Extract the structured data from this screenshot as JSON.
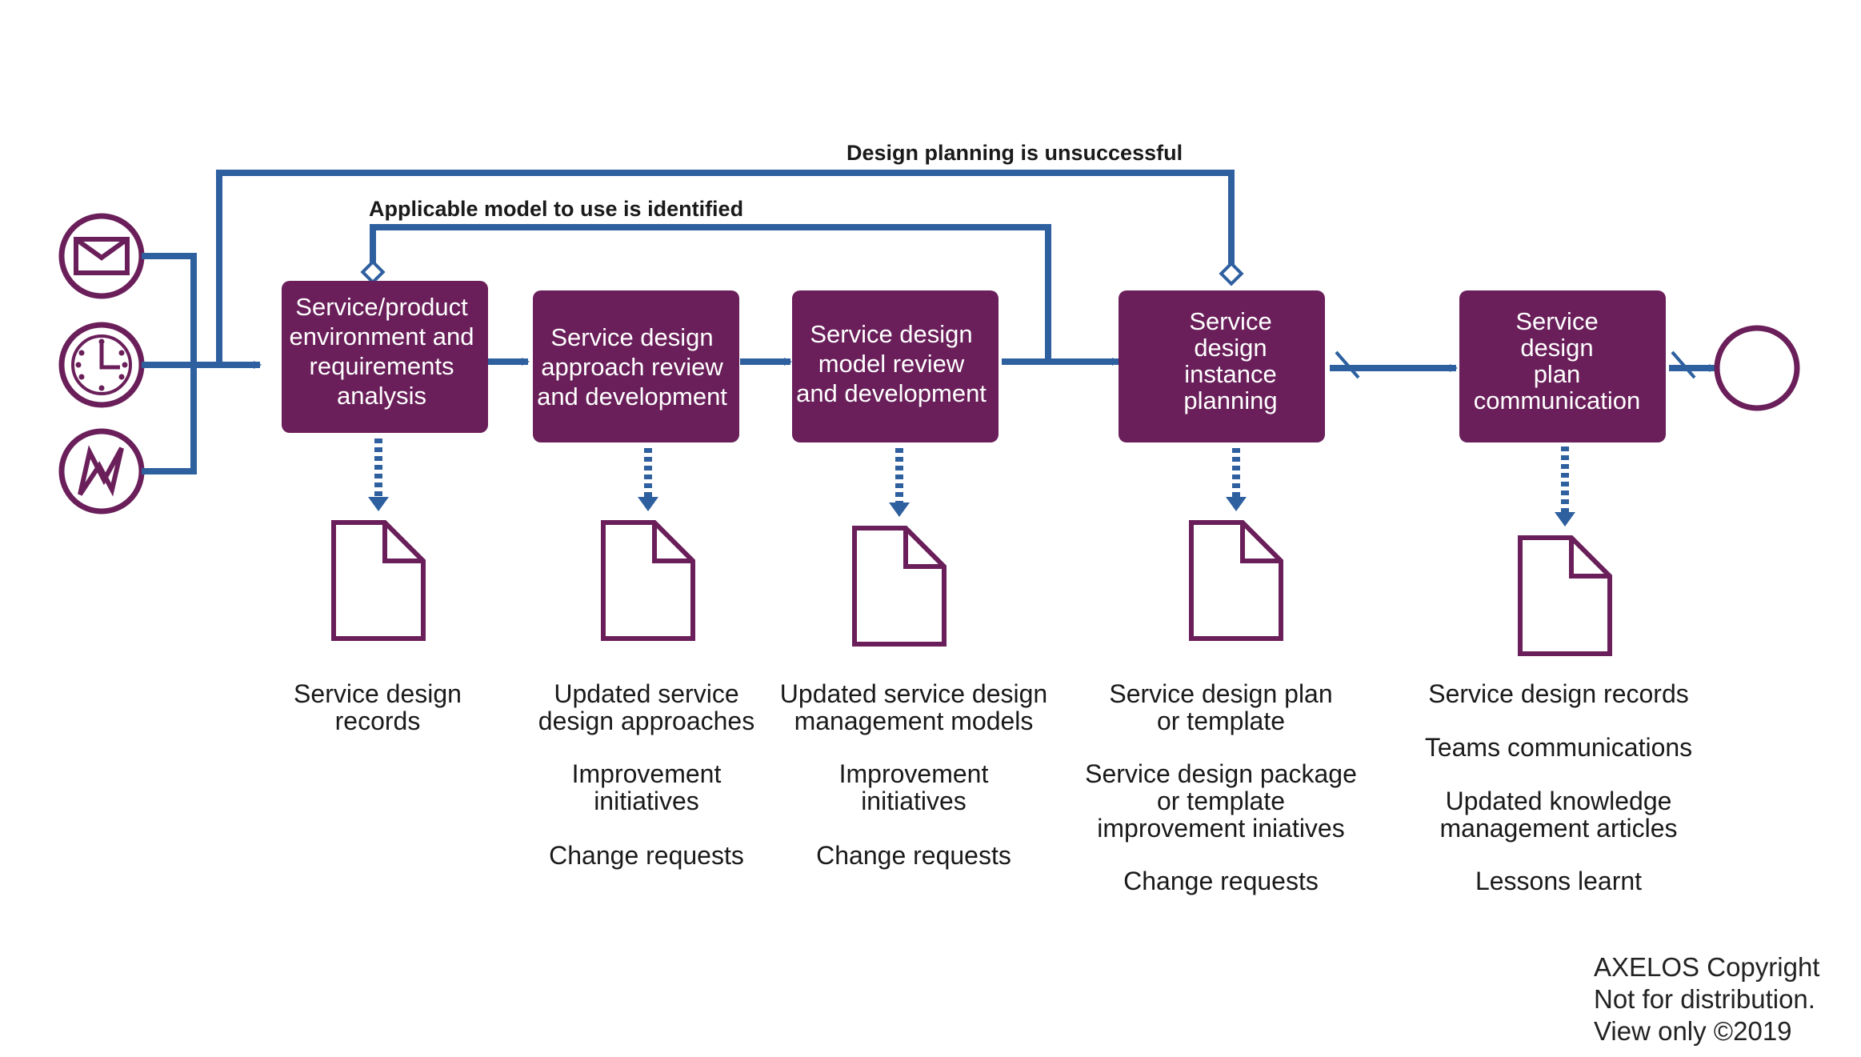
{
  "colors": {
    "activity_fill": "#6a1f5a",
    "flow_blue": "#2e5f9f",
    "icon_stroke": "#6a1f5a",
    "text": "#1a1a1a"
  },
  "triggers": [
    {
      "name": "message",
      "icon": "envelope-icon"
    },
    {
      "name": "timer",
      "icon": "clock-icon"
    },
    {
      "name": "signal",
      "icon": "lightning-icon"
    }
  ],
  "loops": {
    "unsuccessful": "Design planning is unsuccessful",
    "model_identified": "Applicable model to use is identified"
  },
  "activities": [
    {
      "lines": [
        "Service/product",
        "environment and",
        "requirements",
        "analysis"
      ]
    },
    {
      "lines": [
        "Service design",
        "approach review",
        "and development"
      ]
    },
    {
      "lines": [
        "Service design",
        "model review",
        "and development"
      ]
    },
    {
      "lines": [
        "Service",
        "design",
        "instance",
        "planning"
      ]
    },
    {
      "lines": [
        "Service",
        "design",
        "plan",
        "communication"
      ]
    }
  ],
  "outputs": [
    [
      [
        "Service design",
        "records"
      ]
    ],
    [
      [
        "Updated service",
        "design approaches"
      ],
      [
        "Improvement",
        "initiatives"
      ],
      [
        "Change requests"
      ]
    ],
    [
      [
        "Updated service design",
        "management models"
      ],
      [
        "Improvement",
        "initiatives"
      ],
      [
        "Change requests"
      ]
    ],
    [
      [
        "Service design plan",
        "or template"
      ],
      [
        "Service design package",
        "or template",
        "improvement iniatives"
      ],
      [
        "Change requests"
      ]
    ],
    [
      [
        "Service design records"
      ],
      [
        "Teams communications"
      ],
      [
        "Updated knowledge",
        "management articles"
      ],
      [
        "Lessons learnt"
      ]
    ]
  ],
  "copyright": [
    "AXELOS Copyright",
    "Not for distribution.",
    "View only ©2019"
  ]
}
